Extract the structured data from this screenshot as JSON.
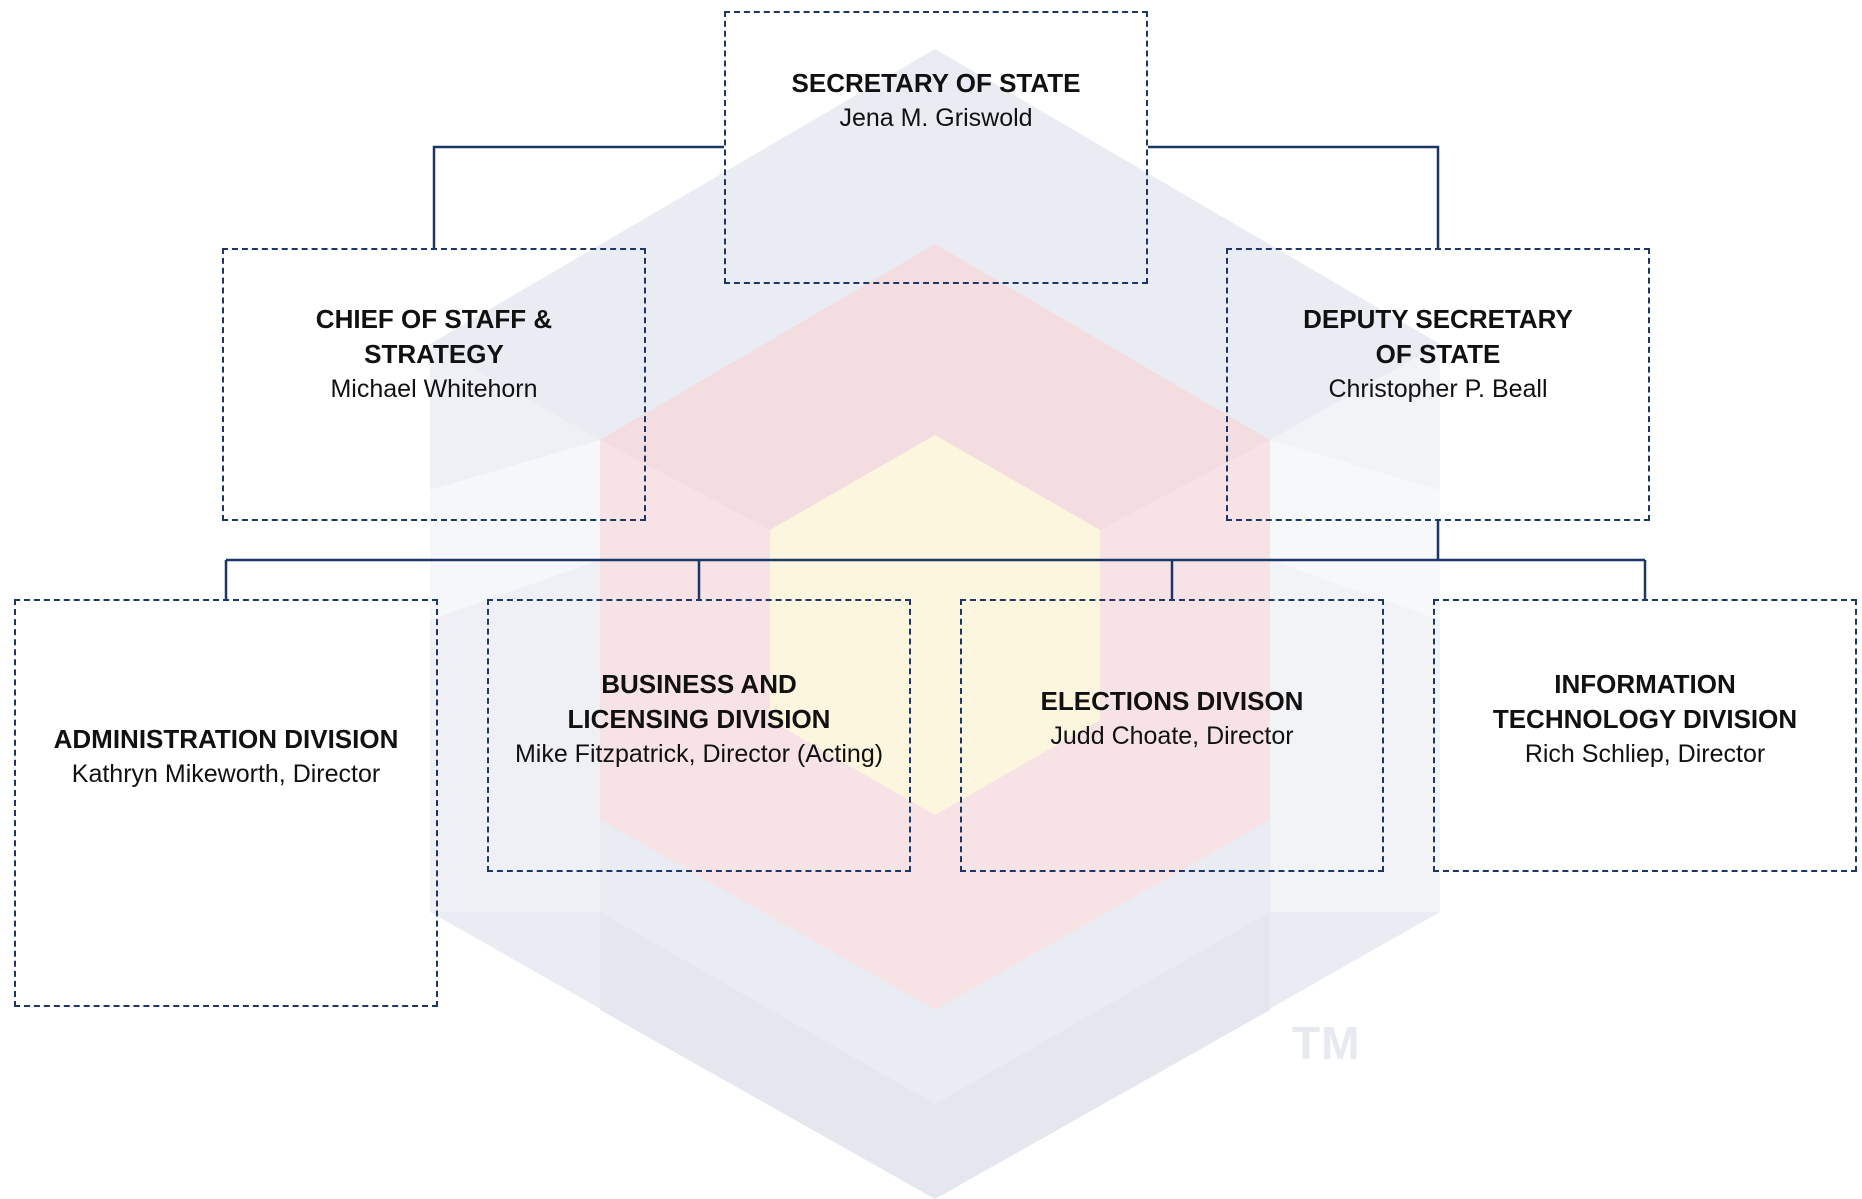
{
  "chart": {
    "nodes": [
      {
        "id": "sos",
        "title": "SECRETARY OF STATE",
        "name": "Jena M. Griswold"
      },
      {
        "id": "cos",
        "title": "CHIEF OF STAFF &\nSTRATEGY",
        "name": "Michael Whitehorn"
      },
      {
        "id": "dep",
        "title": "DEPUTY SECRETARY\nOF STATE",
        "name": "Christopher P. Beall"
      },
      {
        "id": "adm",
        "title": "ADMINISTRATION DIVISION",
        "name": "Kathryn Mikeworth, Director"
      },
      {
        "id": "bus",
        "title": "BUSINESS AND\nLICENSING DIVISION",
        "name": "Mike Fitzpatrick, Director (Acting)"
      },
      {
        "id": "ele",
        "title": "ELECTIONS DIVISON",
        "name": "Judd Choate, Director"
      },
      {
        "id": "it",
        "title": "INFORMATION\nTECHNOLOGY DIVISION",
        "name": "Rich Schliep, Director"
      }
    ],
    "edges": [
      {
        "from": "sos",
        "to": "cos"
      },
      {
        "from": "sos",
        "to": "dep"
      },
      {
        "from": "dep",
        "to": "adm"
      },
      {
        "from": "dep",
        "to": "bus"
      },
      {
        "from": "dep",
        "to": "ele"
      },
      {
        "from": "dep",
        "to": "it"
      }
    ]
  },
  "watermark": {
    "text": "TM"
  },
  "colors": {
    "connector": "#1c3766",
    "box_border": "#1c3766",
    "watermark_blue": "#e8ebf1",
    "watermark_red": "#f6e1e4",
    "watermark_yellow": "#fbf5dc"
  }
}
